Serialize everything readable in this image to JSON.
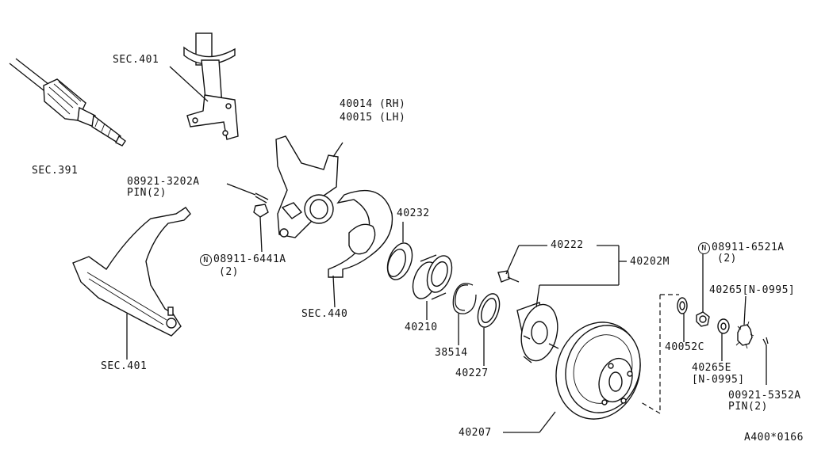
{
  "labels": {
    "sec_401_top": "SEC.401",
    "sec_391": "SEC.391",
    "knuckle_rh": "40014 (RH)",
    "knuckle_lh": "40015 (LH)",
    "pin_part_left": "08921-3202A",
    "pin_qty_left": "PIN(2)",
    "nut_part_left": "08911-6441A",
    "nut_qty_left": "(2)",
    "sec_401_bottom": "SEC.401",
    "sec_440": "SEC.440",
    "seal": "40232",
    "bearing": "40210",
    "snap_ring": "38514",
    "inner_seal": "40227",
    "hub_bolt": "40222",
    "hub_assy": "40202M",
    "rotor": "40207",
    "nut_part_right": "08911-6521A",
    "nut_qty_right": "(2)",
    "cap": "40265[N-0995]",
    "washer": "40052C",
    "lock_nut": "40265E",
    "lock_nut_range": "[N-0995]",
    "pin_part_right": "00921-5352A",
    "pin_qty_right": "PIN(2)",
    "figure_code": "A400*0166"
  },
  "symbols": {
    "n_mark": "N"
  }
}
